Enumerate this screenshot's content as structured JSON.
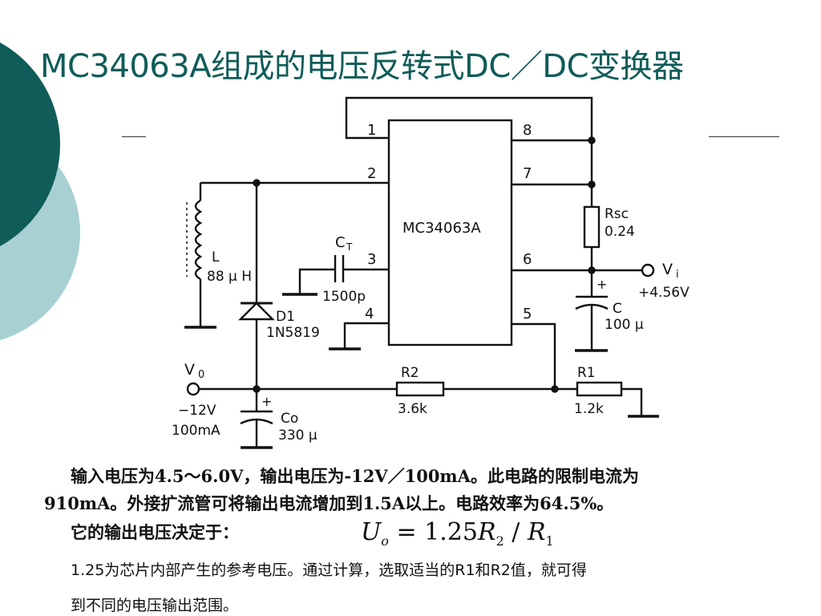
{
  "title": "MC34063A组成的电压反转式DC／DC变换器",
  "colors": {
    "title": "#0f5c58",
    "circle_dark": "#0f5c58",
    "circle_light": "#a8d0d2"
  },
  "circuit": {
    "ic_label": "MC34063A",
    "pins": [
      "1",
      "2",
      "3",
      "4",
      "5",
      "6",
      "7",
      "8"
    ],
    "inductor": {
      "name": "L",
      "value": "88 μ H"
    },
    "diode": {
      "name": "D1",
      "part": "1N5819"
    },
    "ct": {
      "name_main": "C",
      "name_sub": "T",
      "value": "1500p"
    },
    "rsc": {
      "name": "Rsc",
      "value": "0.24"
    },
    "vi": {
      "name": "V",
      "sub": "i",
      "value": "+4.56V"
    },
    "c_in": {
      "name": "C",
      "value": "100 μ",
      "polarity": "+"
    },
    "vo": {
      "name": "V",
      "sub": "0",
      "value": "−12V",
      "current": "100mA"
    },
    "co": {
      "name": "Co",
      "value": "330 μ",
      "polarity": "+"
    },
    "r2": {
      "name": "R2",
      "value": "3.6k"
    },
    "r1": {
      "name": "R1",
      "value": "1.2k"
    }
  },
  "text": {
    "line1": "输入电压为4.5～6.0V，输出电压为-12V／100mA。此电路的限制电流为",
    "line2": "910mA。外接扩流管可将输出电流增加到1.5A以上。电路效率为64.5%。",
    "line3": "它的输出电压决定于：",
    "line4": "1.25为芯片内部产生的参考电压。通过计算，选取适当的R1和R2值，就可得",
    "line5": "到不同的电压输出范围。"
  },
  "formula": {
    "lhs": "U",
    "lhs_sub": "o",
    "eq": "=",
    "coef": "1.25",
    "r2": "R",
    "r2_sub": "2",
    "slash": " / ",
    "r1": "R",
    "r1_sub": "1"
  }
}
